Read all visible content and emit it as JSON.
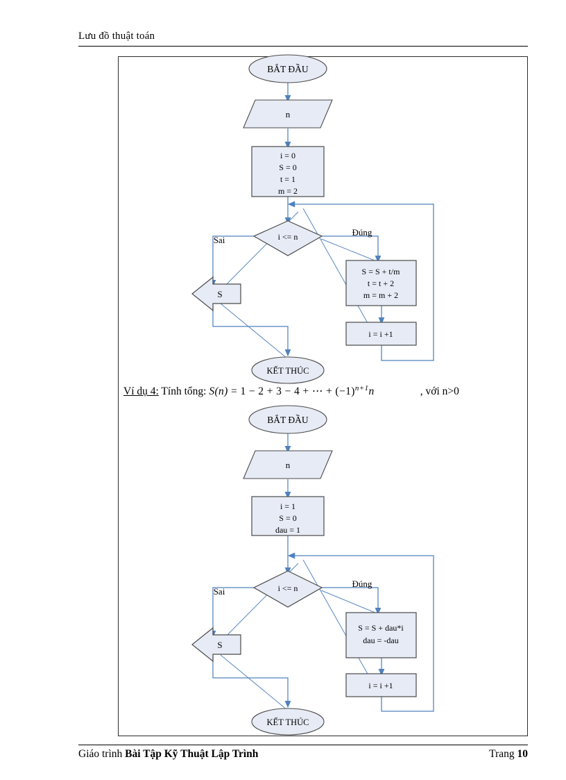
{
  "header": {
    "title": "Lưu đồ thuật toán"
  },
  "footer": {
    "prefix": "Giáo trình ",
    "book_title": "Bài Tập Kỹ Thuật Lập Trình",
    "page_label": "Trang ",
    "page_number": "10"
  },
  "caption": {
    "example_label": "Ví dụ 4:",
    "task": "Tính tổng:",
    "formula_lhs": "S(n)",
    "formula_eq": "=",
    "formula_series": "1 − 2 + 3 − 4 + ⋯ + (−1)",
    "formula_exp": "n+1",
    "formula_tail": "n",
    "condition": ", với n>0"
  },
  "colors": {
    "shape_fill": "#e6ebf5",
    "shape_stroke": "#4a4a4a",
    "connector": "#4f81bd",
    "stray_line": "#4f81bd",
    "text": "#000000",
    "frame": "#2b2b2b"
  },
  "flowcharts": [
    {
      "id": "flowchart-1",
      "nodes": {
        "start": {
          "type": "terminator",
          "label": "BẮT ĐẦU"
        },
        "input": {
          "type": "io-parallelogram",
          "label": "n"
        },
        "init": {
          "type": "process",
          "lines": [
            "i = 0",
            "S = 0",
            "t = 1",
            "m = 2"
          ]
        },
        "decision": {
          "type": "decision",
          "label": "i <= n"
        },
        "branch_false": {
          "label": "Sai"
        },
        "branch_true": {
          "label": "Đúng"
        },
        "body": {
          "type": "process",
          "lines": [
            "S = S + t/m",
            "t = t + 2",
            "m = m + 2"
          ]
        },
        "increment": {
          "type": "process",
          "lines": [
            "i = i +1"
          ]
        },
        "output": {
          "type": "output-arrow",
          "label": "S"
        },
        "end": {
          "type": "terminator",
          "label": "KẾT THÚC"
        }
      }
    },
    {
      "id": "flowchart-2",
      "nodes": {
        "start": {
          "type": "terminator",
          "label": "BẮT ĐẦU"
        },
        "input": {
          "type": "io-parallelogram",
          "label": "n"
        },
        "init": {
          "type": "process",
          "lines": [
            "i = 1",
            "S = 0",
            "dau = 1"
          ]
        },
        "decision": {
          "type": "decision",
          "label": "i <= n"
        },
        "branch_false": {
          "label": "Sai"
        },
        "branch_true": {
          "label": "Đúng"
        },
        "body": {
          "type": "process",
          "lines": [
            "S = S + dau*i",
            "dau = -dau"
          ]
        },
        "increment": {
          "type": "process",
          "lines": [
            "i = i +1"
          ]
        },
        "output": {
          "type": "output-arrow",
          "label": "S"
        },
        "end": {
          "type": "terminator",
          "label": "KẾT THÚC"
        }
      }
    }
  ]
}
